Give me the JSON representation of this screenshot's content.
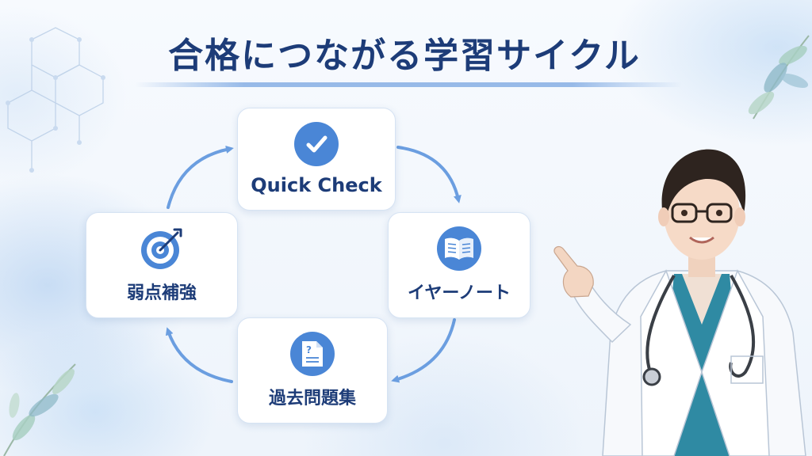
{
  "title": "合格につながる学習サイクル",
  "cycle": {
    "steps": [
      {
        "label": "Quick Check",
        "icon": "check-circle-icon"
      },
      {
        "label": "イヤーノート",
        "icon": "open-book-icon"
      },
      {
        "label": "過去問題集",
        "icon": "question-document-icon"
      },
      {
        "label": "弱点補強",
        "icon": "target-icon"
      }
    ],
    "direction": "clockwise"
  },
  "colors": {
    "title": "#1d3c78",
    "accent": "#4a86d6",
    "arrow": "#6b9ee0",
    "card_bg": "#ffffff"
  },
  "illustration": {
    "icon": "doctor-pointing-illustration"
  }
}
